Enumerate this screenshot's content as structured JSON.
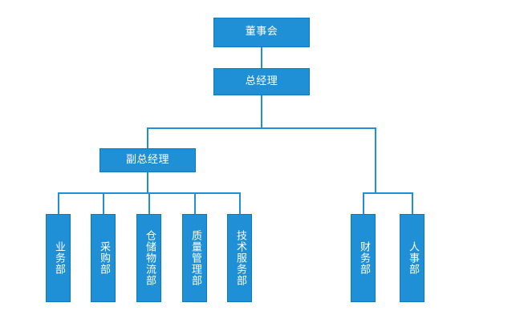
{
  "chart_type": "org-chart",
  "colors": {
    "node_fill": "#1f8fd6",
    "node_border": "#0b7bc1",
    "node_text": "#ffffff",
    "connector": "#1f8fd6",
    "background": "#ffffff"
  },
  "nodes": {
    "board": {
      "label": "董事会"
    },
    "general_manager": {
      "label": "总经理"
    },
    "deputy_general_manager": {
      "label": "副总经理"
    },
    "business": {
      "label": "业务部"
    },
    "purchasing": {
      "label": "采购部"
    },
    "warehouse_logistics": {
      "label": "仓储物流部"
    },
    "quality_management": {
      "label": "质量管理部"
    },
    "technical_service": {
      "label": "技术服务部"
    },
    "finance": {
      "label": "财务部"
    },
    "human_resources": {
      "label": "人事部"
    }
  }
}
